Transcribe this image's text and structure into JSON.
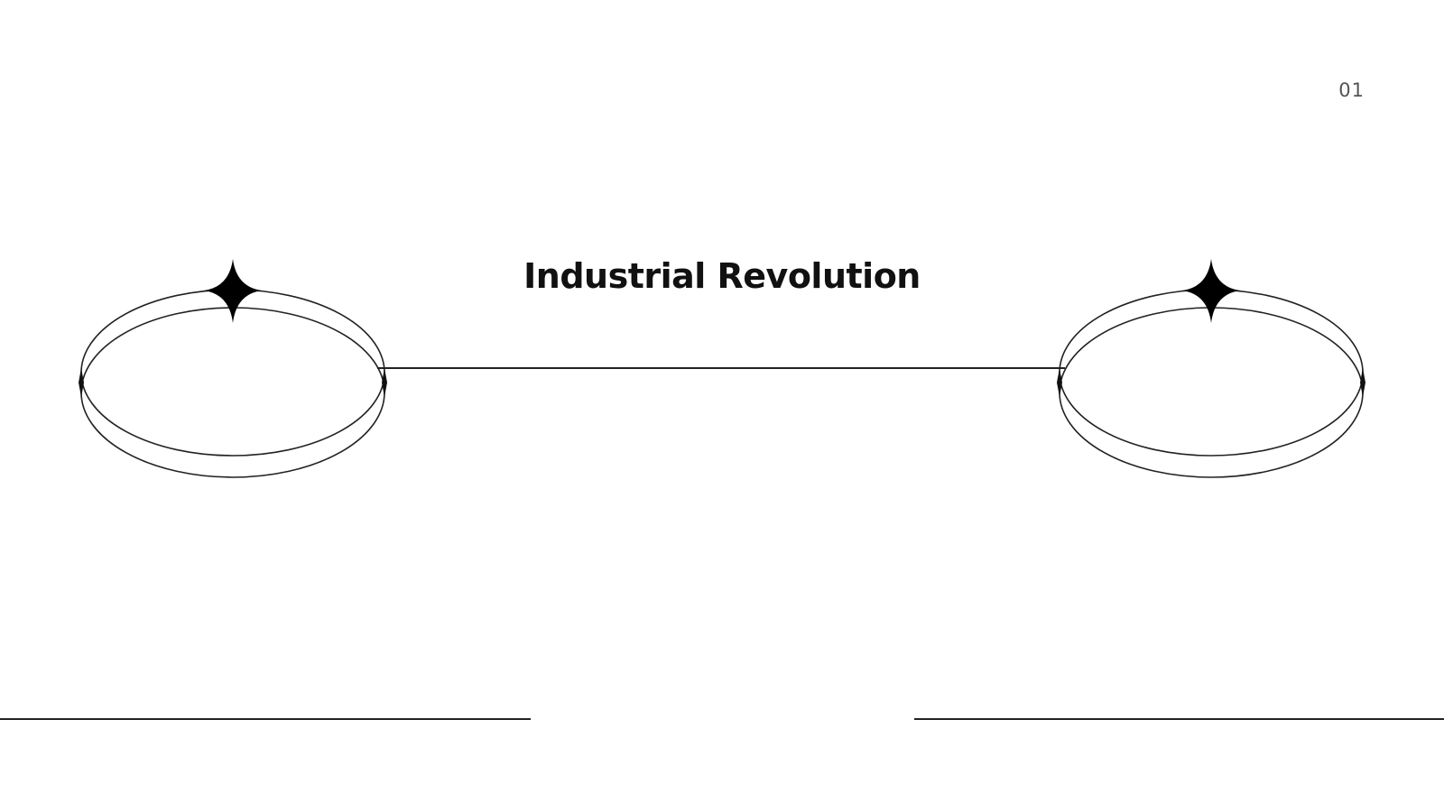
{
  "slide": {
    "page_number": "01",
    "title": "Industrial Revolution"
  },
  "decor": {
    "icons": [
      "four-point-star-icon",
      "double-ellipse-ring"
    ],
    "colors": {
      "background": "#ffffff",
      "ink": "#111111",
      "page_number": "#555555"
    }
  }
}
